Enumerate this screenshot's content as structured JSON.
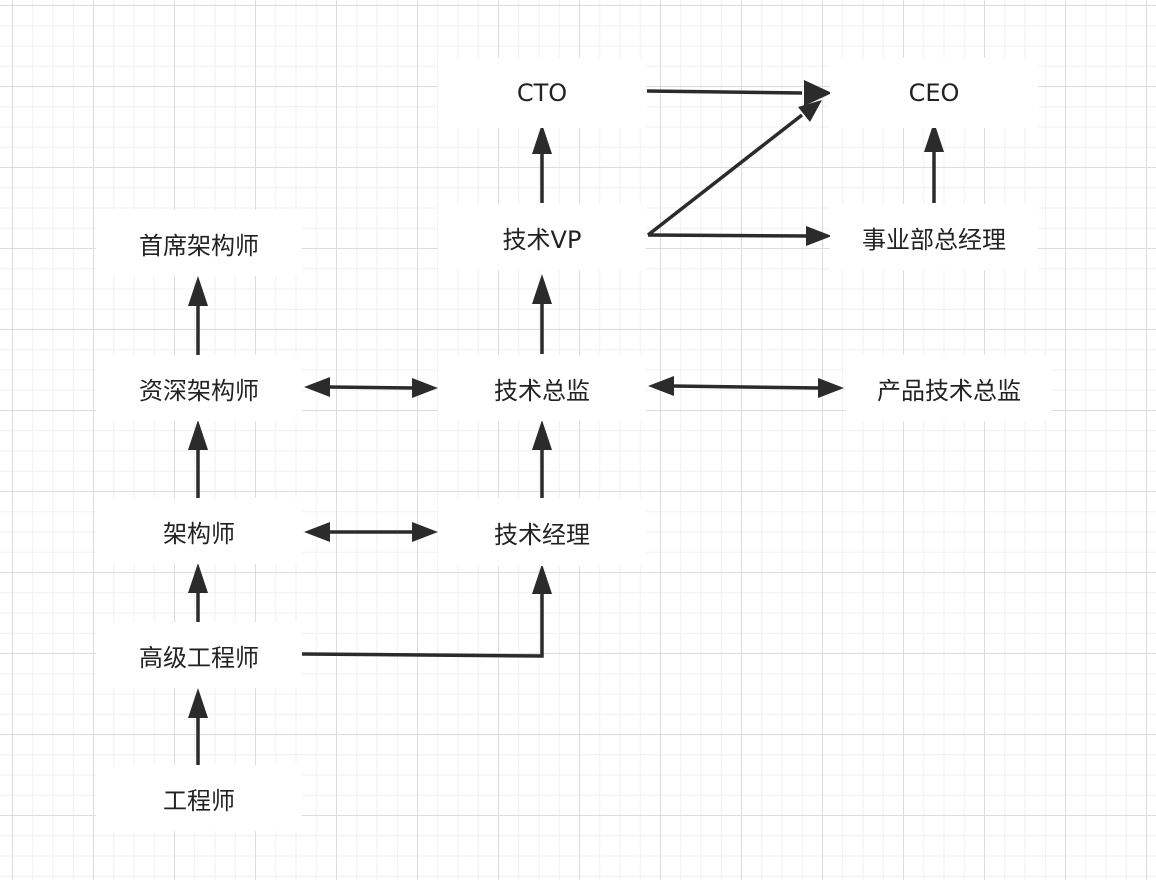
{
  "nodes": {
    "cto": "CTO",
    "ceo": "CEO",
    "tech_vp": "技术VP",
    "bu_gm": "事业部总经理",
    "chief_architect": "首席架构师",
    "senior_architect": "资深架构师",
    "tech_director": "技术总监",
    "product_tech_director": "产品技术总监",
    "architect": "架构师",
    "tech_manager": "技术经理",
    "senior_engineer": "高级工程师",
    "engineer": "工程师"
  }
}
